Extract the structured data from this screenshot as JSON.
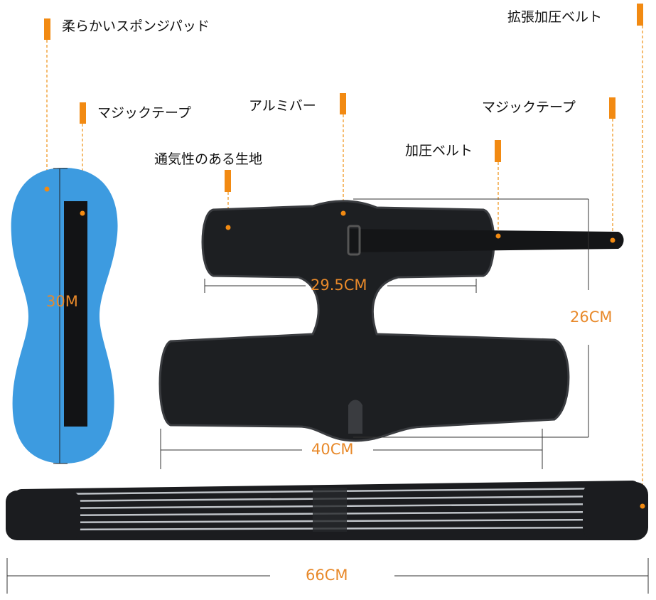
{
  "labels": {
    "sponge_pad": "柔らかいスポンジパッド",
    "velcro_left": "マジックテープ",
    "aluminum_bar": "アルミバー",
    "breathable_fabric": "通気性のある生地",
    "pressure_belt": "加圧ベルト",
    "velcro_right": "マジックテープ",
    "extended_pressure_belt": "拡張加圧ベルト"
  },
  "dimensions": {
    "pad_length": "30M",
    "brace_top_width": "29.5CM",
    "brace_height": "26CM",
    "brace_width": "40CM",
    "belt_length": "66CM"
  },
  "colors": {
    "accent": "#f28a12",
    "dimension_text": "#e8892a",
    "pad": "#3d9be0",
    "fabric": "#1d1f22"
  }
}
